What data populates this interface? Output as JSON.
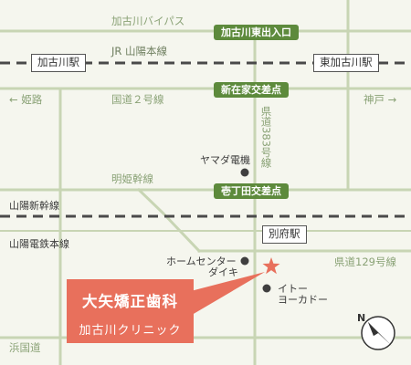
{
  "roads": {
    "bypass": "加古川バイパス",
    "jr_sanyo_main": "JR 山陽本線",
    "national_route_2": "国道２号線",
    "prefectural_383": "県道383号線",
    "meiki_line": "明姫幹線",
    "sanyo_shinkansen": "山陽新幹線",
    "sanyo_electric": "山陽電鉄本線",
    "prefectural_129": "県道129号線",
    "hamakokudo": "浜国道"
  },
  "directions": {
    "west": "← 姫路",
    "east": "神戸 →"
  },
  "intersections": {
    "kakogawa_east_entrance": "加古川東出入口",
    "shinzaike": "新在家交差点",
    "icchoda": "壱丁田交差点"
  },
  "stations": {
    "kakogawa": "加古川駅",
    "higashi_kakogawa": "東加古川駅",
    "befu": "別府駅"
  },
  "landmarks": {
    "yamada_denki": "ヤマダ電機",
    "home_center_line1": "ホームセンター",
    "home_center_line2": "ダイキ",
    "ito_yokado_line1": "イトー",
    "ito_yokado_line2": "ヨーカドー"
  },
  "clinic": {
    "name": "大矢矯正歯科",
    "subtitle": "加古川クリニック"
  },
  "compass": {
    "north_label": "N"
  },
  "colors": {
    "background": "#f5f6ee",
    "road": "#c8d5b4",
    "badge": "#5d8a3c",
    "callout": "#e8705c",
    "star": "#e8705c"
  }
}
